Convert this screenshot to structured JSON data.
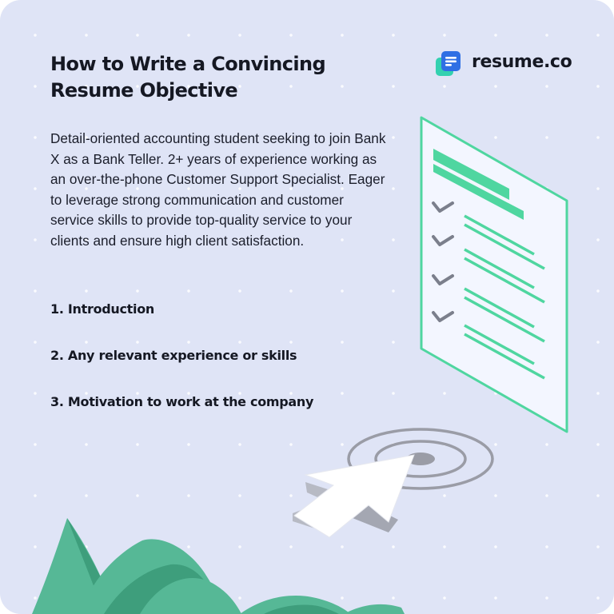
{
  "header": {
    "title_line1": "How to Write a Convincing",
    "title_line2": "Resume Objective"
  },
  "brand": {
    "name": "resume.co",
    "logo_icon": "resume-co-logo-icon"
  },
  "objective": {
    "text": "Detail-oriented accounting student seeking to join Bank X as a Bank Teller. 2+ years of experience working as an over-the-phone Customer Support Specialist. Eager to leverage strong communication and customer service skills to provide top-quality service to your clients and ensure high client satisfaction."
  },
  "steps": [
    {
      "label": "1. Introduction"
    },
    {
      "label": "2. Any relevant experience or skills"
    },
    {
      "label": "3. Motivation to work at the company"
    }
  ],
  "illustration": {
    "icons": [
      "resume-document-icon",
      "checkmark-icon",
      "cursor-arrow-icon",
      "target-rings-icon",
      "leaves-icon"
    ]
  },
  "colors": {
    "background": "#dfe4f6",
    "accent_green": "#4fd6a0",
    "text_dark": "#151823",
    "leaf_green": "#56b896",
    "brand_blue": "#2f6fe4",
    "brand_teal": "#33d1b0"
  }
}
